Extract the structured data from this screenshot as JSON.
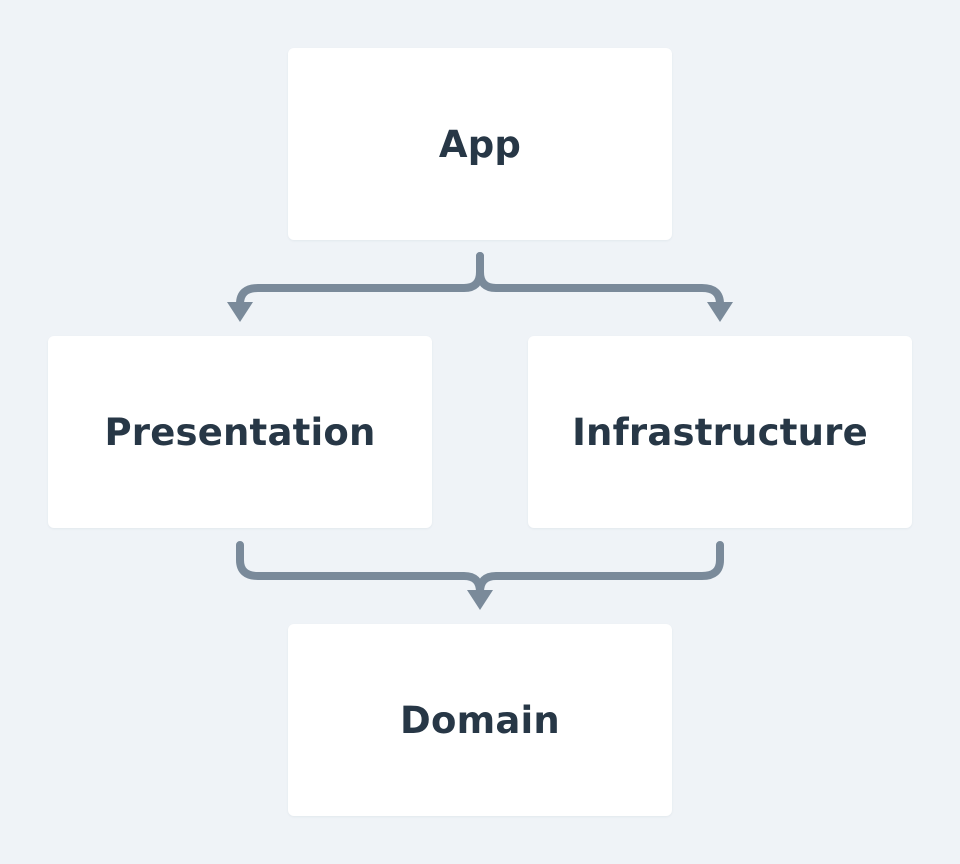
{
  "diagram": {
    "nodes": {
      "app": "App",
      "presentation": "Presentation",
      "infrastructure": "Infrastructure",
      "domain": "Domain"
    },
    "edges": [
      {
        "from": "app",
        "to": "presentation"
      },
      {
        "from": "app",
        "to": "infrastructure"
      },
      {
        "from": "presentation",
        "to": "domain"
      },
      {
        "from": "infrastructure",
        "to": "domain"
      }
    ],
    "colors": {
      "background": "#eff3f7",
      "node_fill": "#ffffff",
      "label_text": "#273746",
      "connector": "#7a8a9a"
    }
  }
}
